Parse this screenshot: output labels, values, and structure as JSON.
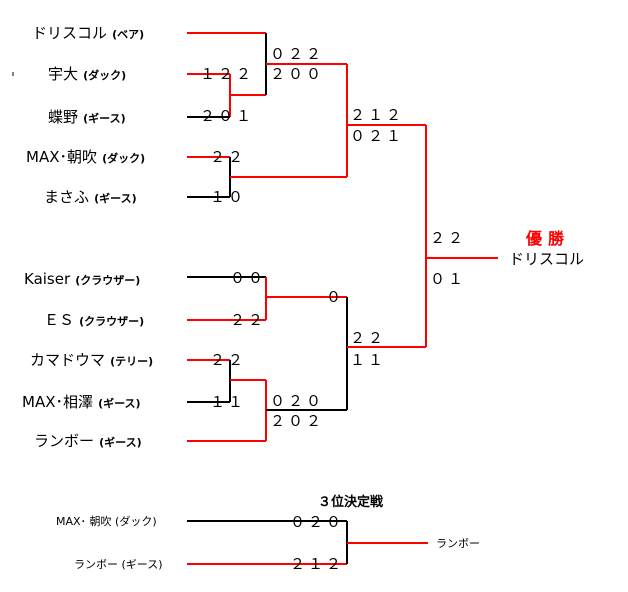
{
  "top_bracket": {
    "players": [
      {
        "name": "ドリスコル",
        "team": "(ベア)"
      },
      {
        "name": "宇大",
        "team": "(ダック)"
      },
      {
        "name": "蝶野",
        "team": "(ギース)"
      },
      {
        "name": "MAX･朝吹",
        "team": "(ダック)"
      },
      {
        "name": "まさふ",
        "team": "(ギース)"
      }
    ],
    "scores": {
      "r1_a": "１２２",
      "r1_b": "２０１",
      "r1_c": "２２",
      "r1_d": "１０",
      "r2_a": "０２２",
      "r2_b": "２００",
      "semi_a": "２１２",
      "semi_b": "０２１"
    }
  },
  "bottom_bracket": {
    "players": [
      {
        "name": "Kaiser",
        "team": "(クラウザー)"
      },
      {
        "name": "ＥＳ",
        "team": "(クラウザー)"
      },
      {
        "name": "カマドウマ",
        "team": "(テリー)"
      },
      {
        "name": "MAX･相澤",
        "team": "(ギース)"
      },
      {
        "name": "ランボー",
        "team": "(ギース)"
      }
    ],
    "scores": {
      "r1_a": "００",
      "r1_b": "２２",
      "r1_c": "２２",
      "r1_d": "１１",
      "r2_a": "０",
      "r2_b": "０２０",
      "r2_c": "２０２",
      "semi_a": "２２",
      "semi_b": "１１"
    }
  },
  "final": {
    "score_top": "２２",
    "score_bottom": "０１",
    "champion_label": "優勝",
    "champion_name": "ドリスコル"
  },
  "third_place": {
    "title": "３位決定戦",
    "player_a": "MAX･ 朝吹 (ダック)",
    "player_b": "ランボー (ギース)",
    "score_a": "０２０",
    "score_b": "２１２",
    "winner": "ランボー"
  },
  "colors": {
    "win": "#ff0000",
    "lose": "#000000"
  }
}
